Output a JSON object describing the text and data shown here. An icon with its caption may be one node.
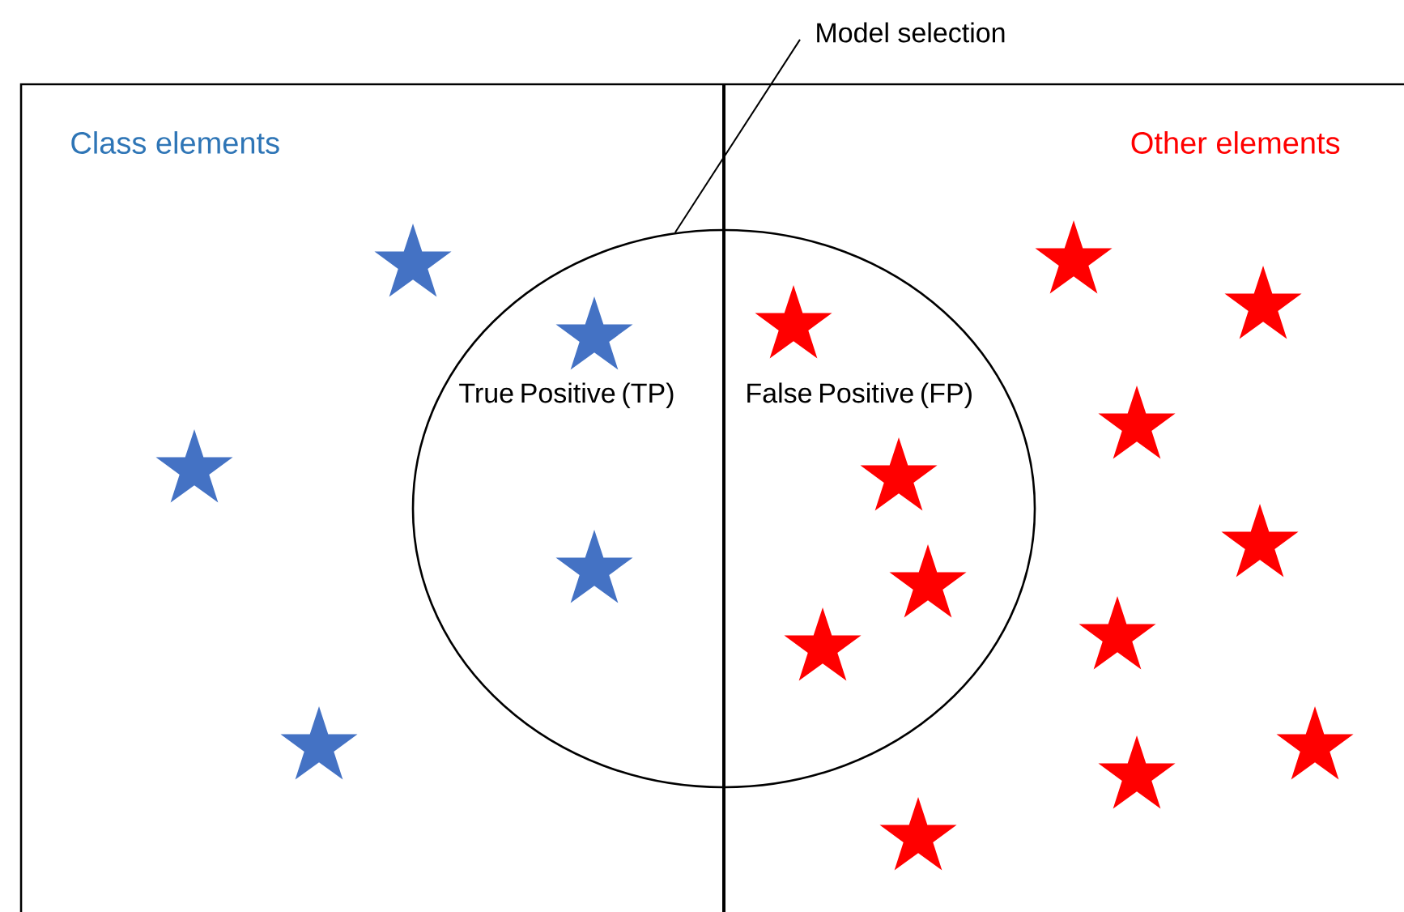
{
  "diagram": {
    "nodes": [
      {
        "text": [
          "Model selection"
        ]
      },
      {
        "text": [
          "True Positive (TP)",
          "False Positive (FP)"
        ]
      }
    ],
    "edges": [
      {
        "from": 0,
        "to": 1,
        "arrow": "none"
      }
    ],
    "labels": [
      "Class elements",
      "Other elements"
    ]
  }
}
